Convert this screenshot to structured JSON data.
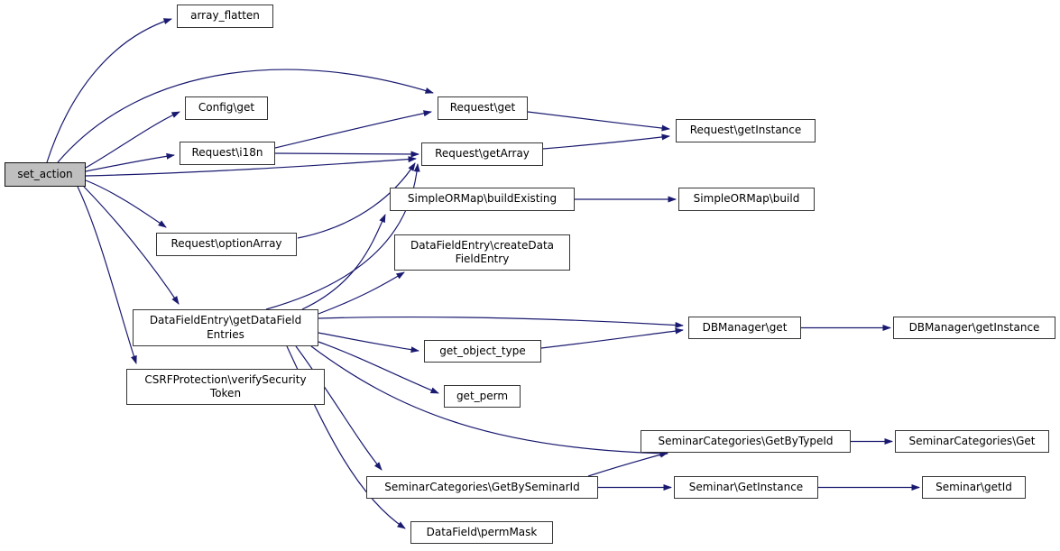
{
  "diagram": {
    "type": "call-graph",
    "root_function": "set_action",
    "colors": {
      "edge": "#191970",
      "node_fill": "#ffffff",
      "node_border": "#353535",
      "root_node_fill": "#bfbfbf",
      "text": "#000000",
      "background": "#ffffff"
    },
    "nodes": [
      {
        "id": "set_action",
        "label": "set_action",
        "root": true
      },
      {
        "id": "array_flatten",
        "label": "array_flatten"
      },
      {
        "id": "config_get",
        "label": "Config\\get"
      },
      {
        "id": "request_i18n",
        "label": "Request\\i18n"
      },
      {
        "id": "request_optionArray",
        "label": "Request\\optionArray"
      },
      {
        "id": "request_get",
        "label": "Request\\get"
      },
      {
        "id": "request_getArray",
        "label": "Request\\getArray"
      },
      {
        "id": "simpleormap_buildExisting",
        "label": "SimpleORMap\\buildExisting"
      },
      {
        "id": "datafieldentry_createDataFieldEntry",
        "label": "DataFieldEntry\\createData\nFieldEntry"
      },
      {
        "id": "request_getInstance",
        "label": "Request\\getInstance"
      },
      {
        "id": "simpleormap_build",
        "label": "SimpleORMap\\build"
      },
      {
        "id": "datafieldentry_getDataFieldEntries",
        "label": "DataFieldEntry\\getDataField\nEntries"
      },
      {
        "id": "csrf_verifySecurityToken",
        "label": "CSRFProtection\\verifySecurity\nToken"
      },
      {
        "id": "get_object_type",
        "label": "get_object_type"
      },
      {
        "id": "get_perm",
        "label": "get_perm"
      },
      {
        "id": "dbmanager_get",
        "label": "DBManager\\get"
      },
      {
        "id": "dbmanager_getInstance",
        "label": "DBManager\\getInstance"
      },
      {
        "id": "seminarcategories_GetByTypeId",
        "label": "SeminarCategories\\GetByTypeId"
      },
      {
        "id": "seminarcategories_Get",
        "label": "SeminarCategories\\Get"
      },
      {
        "id": "seminarcategories_GetBySeminarId",
        "label": "SeminarCategories\\GetBySeminarId"
      },
      {
        "id": "seminar_GetInstance",
        "label": "Seminar\\GetInstance"
      },
      {
        "id": "seminar_getId",
        "label": "Seminar\\getId"
      },
      {
        "id": "datafield_permMask",
        "label": "DataField\\permMask"
      }
    ],
    "edges": [
      [
        "set_action",
        "array_flatten"
      ],
      [
        "set_action",
        "request_get"
      ],
      [
        "set_action",
        "config_get"
      ],
      [
        "set_action",
        "request_i18n"
      ],
      [
        "set_action",
        "request_getArray"
      ],
      [
        "set_action",
        "request_optionArray"
      ],
      [
        "set_action",
        "datafieldentry_getDataFieldEntries"
      ],
      [
        "set_action",
        "csrf_verifySecurityToken"
      ],
      [
        "request_get",
        "request_getInstance"
      ],
      [
        "request_i18n",
        "request_get"
      ],
      [
        "request_i18n",
        "request_getArray"
      ],
      [
        "request_optionArray",
        "request_getArray"
      ],
      [
        "request_getArray",
        "request_getInstance"
      ],
      [
        "simpleormap_buildExisting",
        "simpleormap_build"
      ],
      [
        "datafieldentry_getDataFieldEntries",
        "request_getArray"
      ],
      [
        "datafieldentry_getDataFieldEntries",
        "simpleormap_buildExisting"
      ],
      [
        "datafieldentry_getDataFieldEntries",
        "datafieldentry_createDataFieldEntry"
      ],
      [
        "datafieldentry_getDataFieldEntries",
        "dbmanager_get"
      ],
      [
        "datafieldentry_getDataFieldEntries",
        "get_object_type"
      ],
      [
        "datafieldentry_getDataFieldEntries",
        "get_perm"
      ],
      [
        "datafieldentry_getDataFieldEntries",
        "seminarcategories_GetByTypeId"
      ],
      [
        "datafieldentry_getDataFieldEntries",
        "seminarcategories_GetBySeminarId"
      ],
      [
        "datafieldentry_getDataFieldEntries",
        "datafield_permMask"
      ],
      [
        "get_object_type",
        "dbmanager_get"
      ],
      [
        "dbmanager_get",
        "dbmanager_getInstance"
      ],
      [
        "seminarcategories_GetByTypeId",
        "seminarcategories_Get"
      ],
      [
        "seminarcategories_GetBySeminarId",
        "seminarcategories_GetByTypeId"
      ],
      [
        "seminarcategories_GetBySeminarId",
        "seminar_GetInstance"
      ],
      [
        "seminar_GetInstance",
        "seminar_getId"
      ]
    ]
  }
}
